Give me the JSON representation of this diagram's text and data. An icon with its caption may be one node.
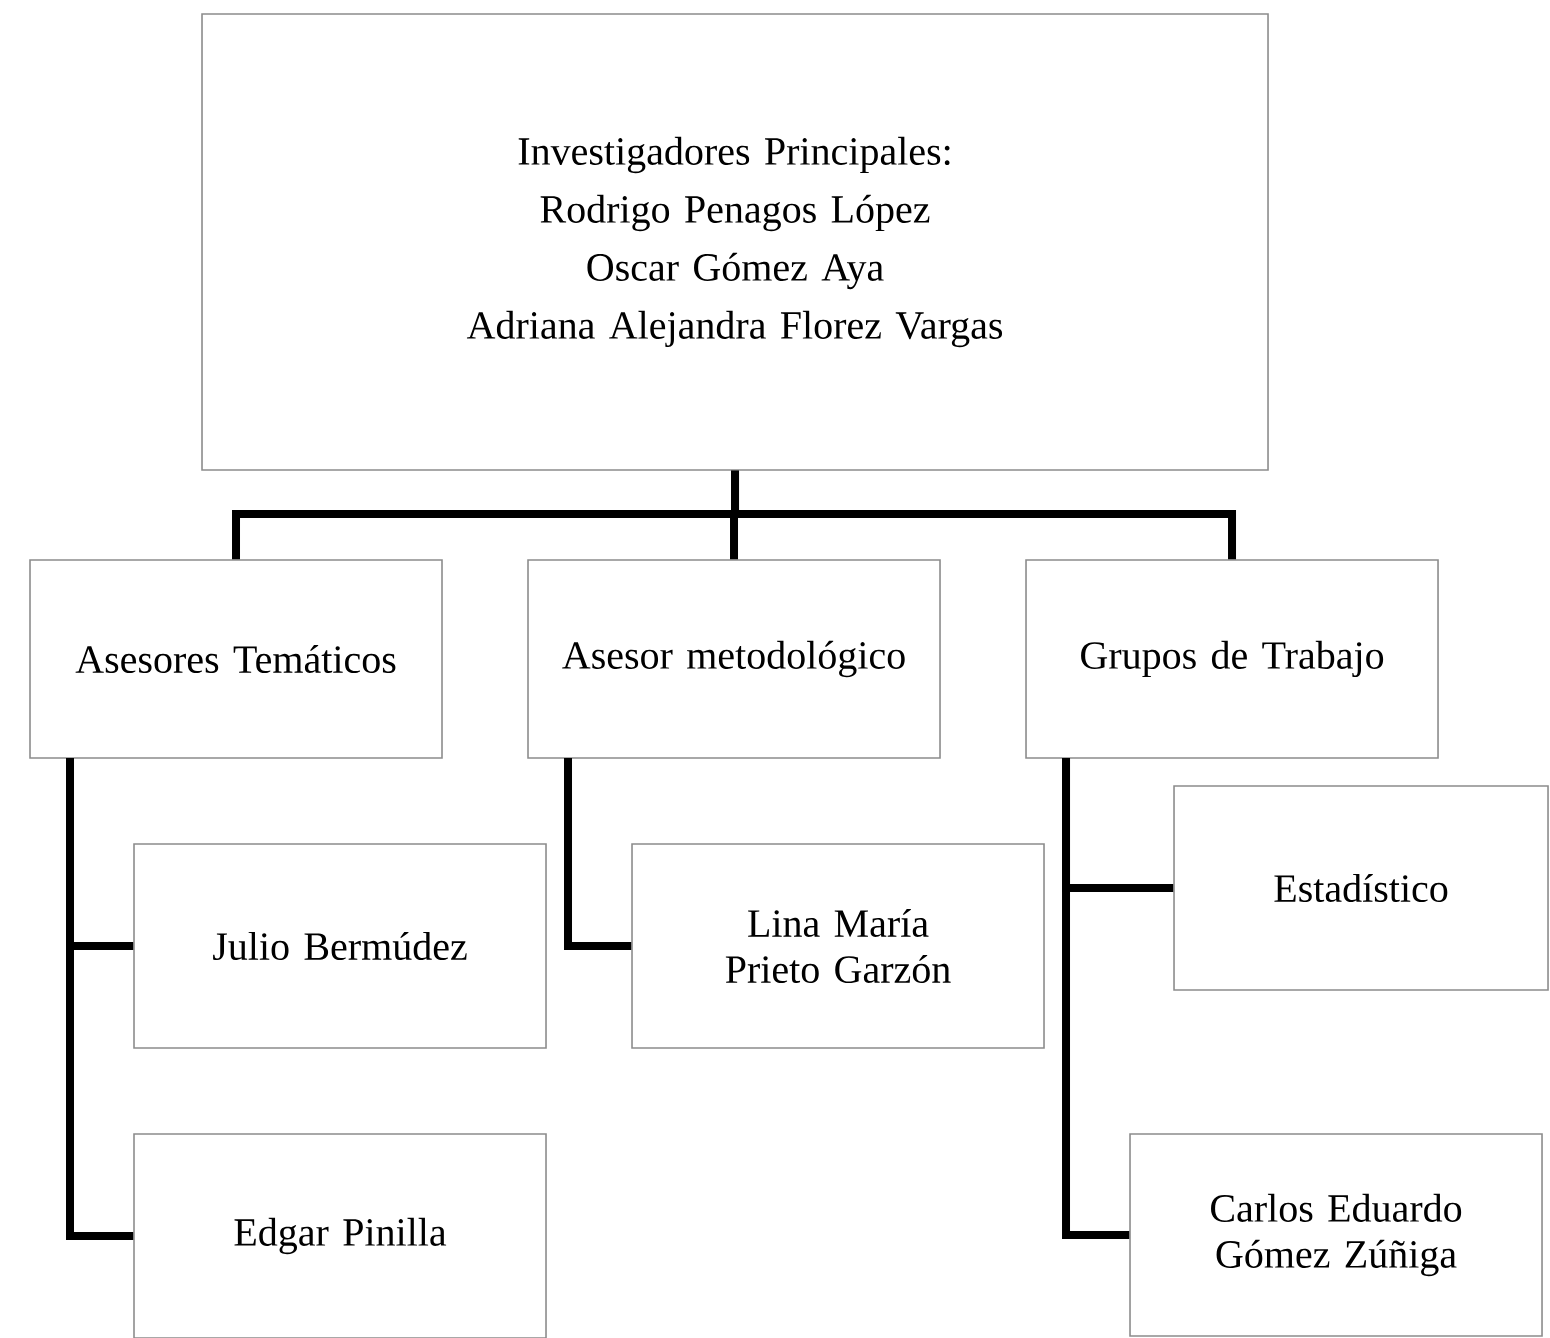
{
  "diagram": {
    "nodes": [
      {
        "text": [
          "Investigadores Principales:",
          "Rodrigo Penagos López",
          "Oscar Gómez Aya",
          "Adriana Alejandra Florez Vargas"
        ]
      },
      {
        "text": [
          "Asesores Temáticos"
        ]
      },
      {
        "text": [
          "Asesor metodológico"
        ]
      },
      {
        "text": [
          "Grupos de Trabajo"
        ]
      },
      {
        "text": [
          "Julio Bermúdez"
        ]
      },
      {
        "text": [
          "Edgar Pinilla"
        ]
      },
      {
        "text": [
          "Lina María Prieto Garzón"
        ]
      },
      {
        "text": [
          "Estadístico"
        ]
      },
      {
        "text": [
          "Carlos Eduardo Gómez Zúñiga"
        ]
      }
    ],
    "edges": [
      {
        "from": 0,
        "to": 1,
        "arrow": "none"
      },
      {
        "from": 0,
        "to": 2,
        "arrow": "none"
      },
      {
        "from": 0,
        "to": 3,
        "arrow": "none"
      },
      {
        "from": 1,
        "to": 4,
        "arrow": "none"
      },
      {
        "from": 1,
        "to": 5,
        "arrow": "none"
      },
      {
        "from": 2,
        "to": 6,
        "arrow": "none"
      },
      {
        "from": 3,
        "to": 7,
        "arrow": "none"
      },
      {
        "from": 3,
        "to": 8,
        "arrow": "none"
      }
    ]
  }
}
